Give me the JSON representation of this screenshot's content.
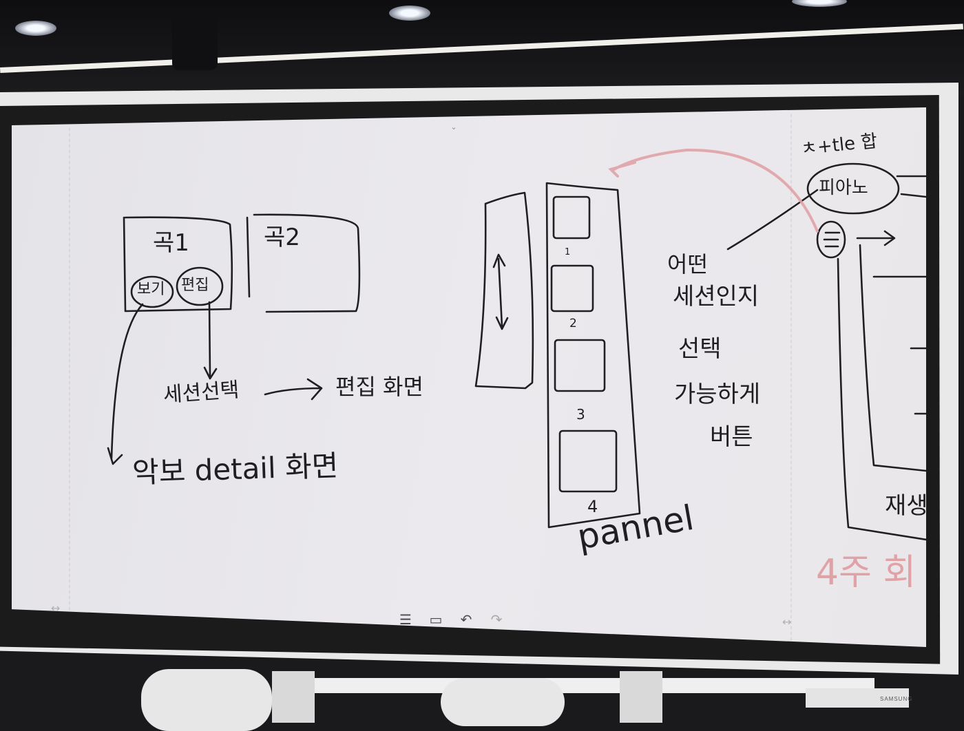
{
  "whiteboard": {
    "toolbar": {
      "menu_icon": "☰",
      "page_icon": "▭",
      "undo_icon": "↶",
      "redo_icon": "↷"
    },
    "collapse_icon": "⌄",
    "resize_icon": "↔",
    "notes": {
      "song1": "곡1",
      "song2": "곡2",
      "view": "보기",
      "edit": "편집",
      "session_select": "세션선택",
      "edit_screen": "편집 화면",
      "score_detail": "악보 detail 화면",
      "panel_numbers": [
        "1",
        "2",
        "3",
        "4"
      ],
      "pannel": "pannel",
      "session_button": [
        "어떤",
        "세션인지",
        "선택",
        "가능하게",
        "버튼"
      ],
      "top_right": "ㅊ+tle 합",
      "piano": "피아노",
      "bottom_right": "재생",
      "red_note": "4주 회"
    }
  },
  "device": {
    "brand": "SAMSUNG"
  },
  "colors": {
    "ink": "#1f1f22",
    "red_ink": "#e0a2a6",
    "screen": "#e8e7ea",
    "bezel": "#e9e9ea"
  }
}
